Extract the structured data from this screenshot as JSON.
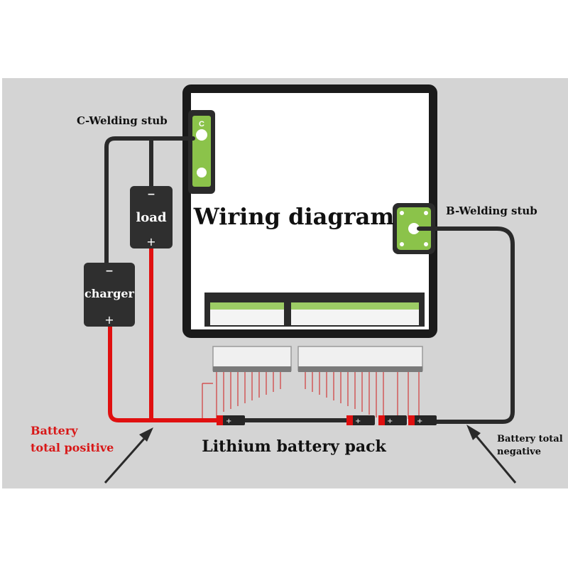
{
  "diagram": {
    "title": "Wiring diagram",
    "labels": {
      "c_stub": "C-Welding stub",
      "b_stub": "B-Welding stub",
      "c_pad": "C",
      "load": "load",
      "charger": "charger",
      "minus": "−",
      "plus": "+",
      "pack": "Lithium battery pack",
      "pos_line1": "Battery",
      "pos_line2": "total positive",
      "neg_line1": "Battery total",
      "neg_line2": "negative"
    },
    "colors": {
      "background": "#d4d4d4",
      "board_border": "#1a1a1a",
      "wire_black": "#2a2a2a",
      "wire_red": "#e01010",
      "positive_text": "#d81818",
      "pcb_green": "#8bc34a"
    }
  }
}
